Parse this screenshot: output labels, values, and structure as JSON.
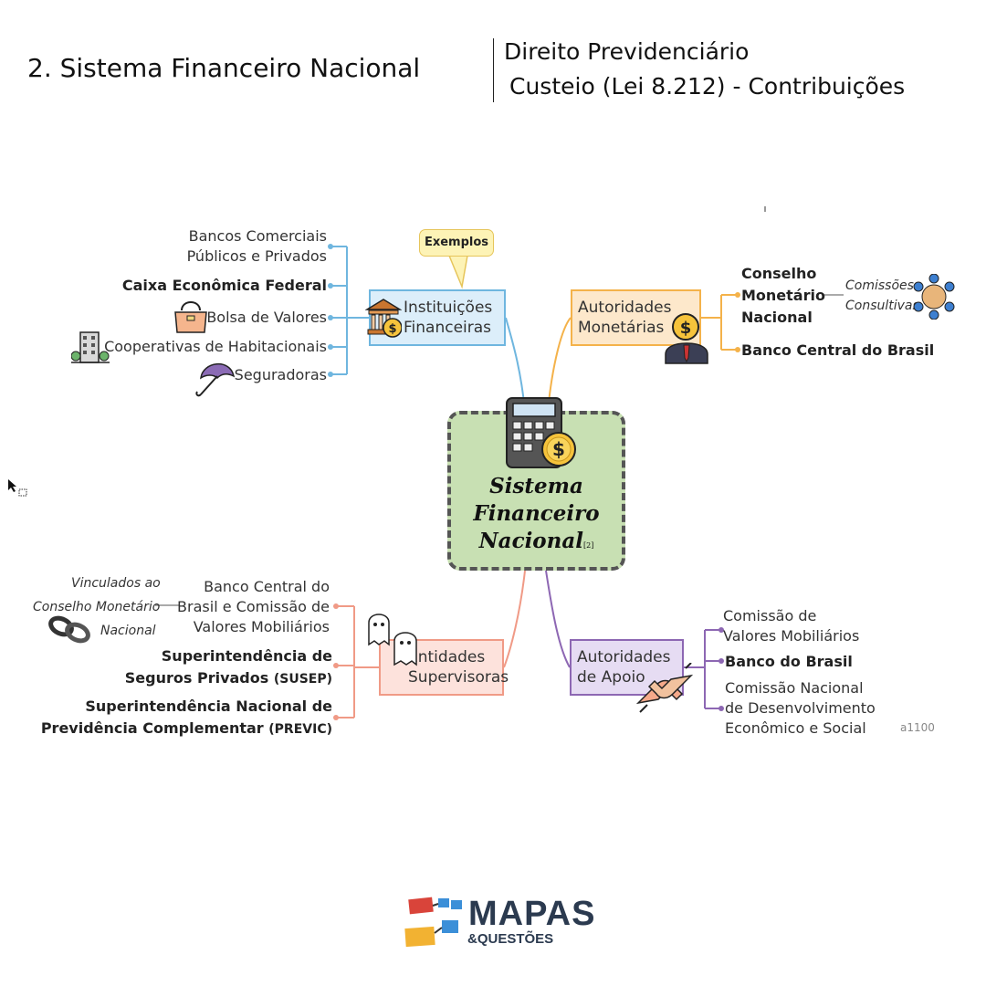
{
  "header": {
    "title": "2. Sistema Financeiro Nacional",
    "subtitle_line1": "Direito Previdenciário",
    "subtitle_line2": "Custeio (Lei 8.212) - Contribuições"
  },
  "center": {
    "title_line1": "Sistema",
    "title_line2": "Financeiro",
    "title_line3": "Nacional",
    "ref": "[2]"
  },
  "callout": {
    "label": "Exemplos"
  },
  "branches": {
    "instituicoes": {
      "line1": "Instituições",
      "line2": "Financeiras",
      "items": [
        {
          "line1": "Bancos Comerciais",
          "line2": "Públicos e Privados"
        },
        {
          "line1": "Caixa Econômica Federal"
        },
        {
          "line1": "Bolsa de Valores"
        },
        {
          "line1": "Cooperativas de Habitacionais"
        },
        {
          "line1": "Seguradoras"
        }
      ]
    },
    "autoridades_monetarias": {
      "line1": "Autoridades",
      "line2": "Monetárias",
      "items": [
        {
          "line1": "Conselho",
          "line2": "Monetário",
          "line3": "Nacional"
        },
        {
          "line1": "Banco Central do Brasil"
        }
      ],
      "sub_note": {
        "line1": "Comissões",
        "line2": "Consultivas"
      }
    },
    "entidades_supervisoras": {
      "line1": "Entidades",
      "line2": "Supervisoras",
      "items": [
        {
          "line1": "Banco Central do",
          "line2": "Brasil e Comissão de",
          "line3": "Valores Mobiliários"
        },
        {
          "line1": "Superintendência de",
          "line2": "Seguros Privados",
          "line2_bold": "(SUSEP)"
        },
        {
          "line1": "Superintendência Nacional de",
          "line2": "Previdência Complementar",
          "line2_bold": "(PREVIC)"
        }
      ],
      "sub_note": {
        "line1": "Vinculados ao",
        "line2": "Conselho Monetário",
        "line3": "Nacional"
      }
    },
    "autoridades_apoio": {
      "line1": "Autoridades",
      "line2": "de Apoio",
      "items": [
        {
          "line1": "Comissão de",
          "line2": "Valores Mobiliários"
        },
        {
          "line1": "Banco do Brasil"
        },
        {
          "line1": "Comissão Nacional",
          "line2": "de Desenvolvimento",
          "line3": "Econômico e Social"
        }
      ]
    }
  },
  "code": "a1100",
  "logo": {
    "main": "MAPAS",
    "sub": "&QUESTÕES"
  },
  "icons": [
    "calculator-icon",
    "coin-icon",
    "bank-icon",
    "handbag-icon",
    "building-icon",
    "umbrella-icon",
    "businessman-icon",
    "people-circle-icon",
    "ghost-icon",
    "handshake-icon",
    "chain-icon",
    "cursor-icon"
  ],
  "colors": {
    "instituicoes": "#6fb6df",
    "autoridades_monetarias": "#f4b24a",
    "entidades": "#f09a86",
    "apoio": "#8d67b3",
    "center": "#c8e0b3"
  }
}
